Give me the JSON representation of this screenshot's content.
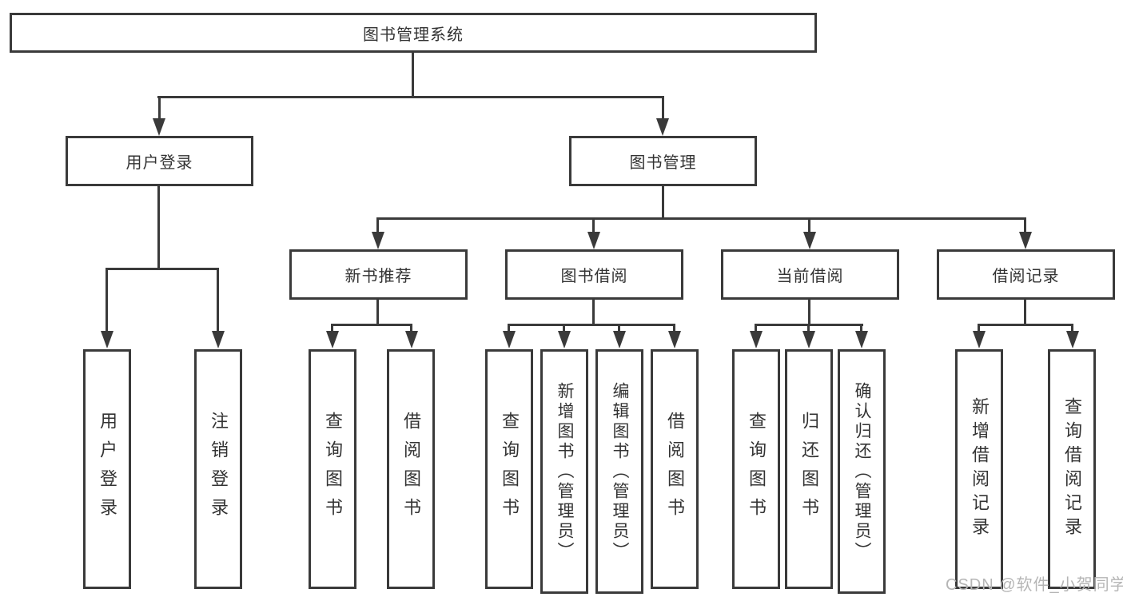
{
  "diagram": {
    "root": {
      "label": "图书管理系统"
    },
    "branches": [
      {
        "label": "用户登录",
        "children": [
          {
            "label": "用户登录"
          },
          {
            "label": "注销登录"
          }
        ]
      },
      {
        "label": "图书管理",
        "sections": [
          {
            "label": "新书推荐",
            "children": [
              {
                "label": "查询图书"
              },
              {
                "label": "借阅图书"
              }
            ]
          },
          {
            "label": "图书借阅",
            "children": [
              {
                "label": "查询图书"
              },
              {
                "label": "新增图书（管理员）"
              },
              {
                "label": "编辑图书（管理员）"
              },
              {
                "label": "借阅图书"
              }
            ]
          },
          {
            "label": "当前借阅",
            "children": [
              {
                "label": "查询图书"
              },
              {
                "label": "归还图书"
              },
              {
                "label": "确认归还（管理员）"
              }
            ]
          },
          {
            "label": "借阅记录",
            "children": [
              {
                "label": "新增借阅记录"
              },
              {
                "label": "查询借阅记录"
              }
            ]
          }
        ]
      }
    ],
    "watermark": "CSDN @软件_小贺同学",
    "colors": {
      "line": "#3a3a3a",
      "text": "#333333",
      "watermark": "#b5b5b5",
      "background": "#ffffff"
    }
  }
}
